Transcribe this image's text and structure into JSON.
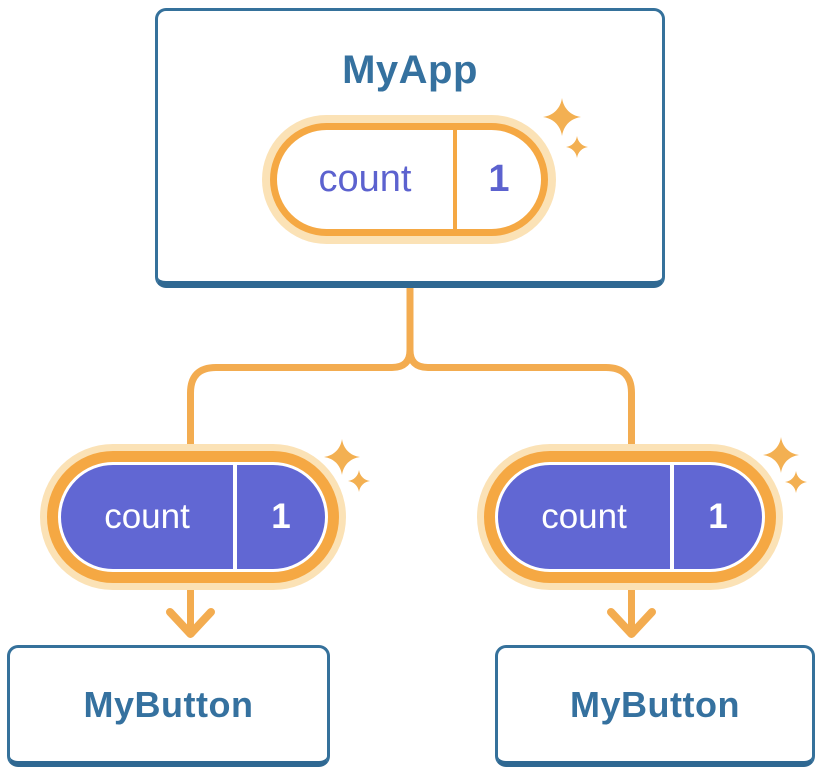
{
  "tree": {
    "root": {
      "title": "MyApp",
      "state": {
        "label": "count",
        "value": "1"
      }
    },
    "children": [
      {
        "title": "MyButton",
        "state": {
          "label": "count",
          "value": "1"
        }
      },
      {
        "title": "MyButton",
        "state": {
          "label": "count",
          "value": "1"
        }
      }
    ]
  },
  "icons": {
    "sparkle": "✦"
  },
  "colors": {
    "background": "#ffffff",
    "card_border_blue": "#35719b",
    "card_border_bottom_blue": "#2f6892",
    "title_text_blue": "#35719f",
    "state_pill_purple": "#6167d3",
    "state_text_purple": "#5c62cf",
    "state_text_on_purple": "#ffffff",
    "connector_orange": "#f3ac50",
    "pill_ring_orange": "#f5a843",
    "pill_halo_peach": "#fbe2b6",
    "sparkle_orange": "#f3b052"
  }
}
